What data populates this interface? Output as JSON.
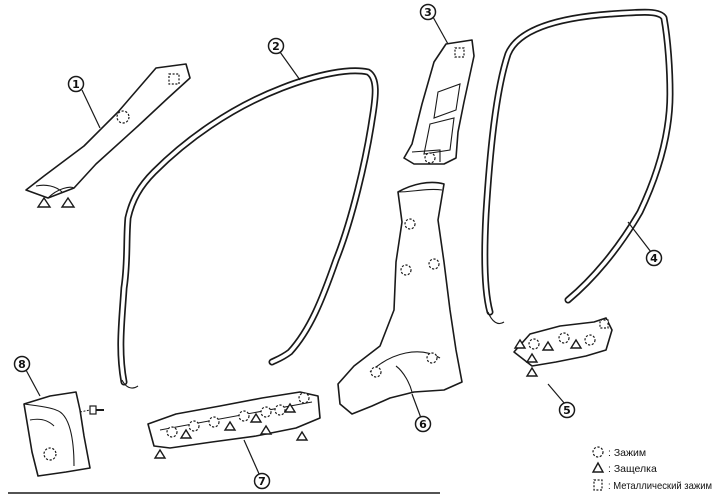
{
  "callouts": {
    "c1": "1",
    "c2": "2",
    "c3": "3",
    "c4": "4",
    "c5": "5",
    "c6": "6",
    "c7": "7",
    "c8": "8"
  },
  "legend": {
    "clip": ": Зажим",
    "catch": ": Защелка",
    "metal_clip": ": Металлический зажим"
  }
}
